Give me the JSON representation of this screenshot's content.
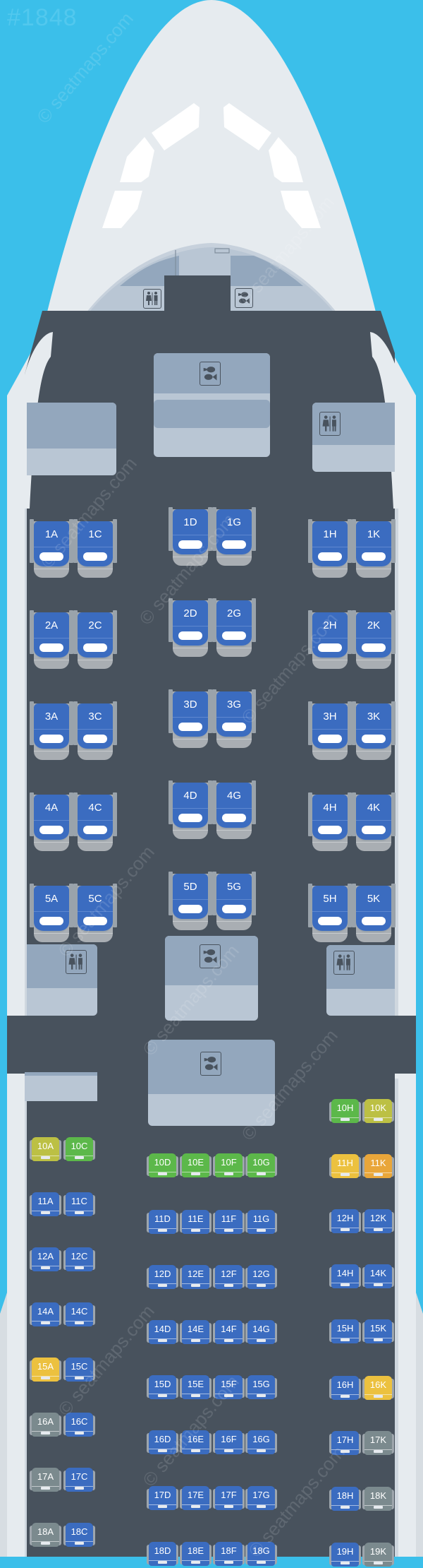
{
  "map_id": "#1848",
  "watermark": "© seatmaps.com",
  "colors": {
    "sky": "#3bbfea",
    "fuselage": "#e6ebef",
    "cabin_floor": "#48525d",
    "facility_light": "#b9c6d4",
    "facility_dark": "#93a7bd",
    "seat_standard": "#3b6cc0",
    "seat_extra_legroom": "#5cb84a",
    "seat_preferred": "#bcc044",
    "seat_yellow": "#ecc13f",
    "seat_orange": "#e9a63a",
    "seat_unavailable": "#7b8a8e"
  },
  "facilities": {
    "front_lavatory": "lavatory-icon",
    "front_galley": "galley-icon",
    "galley_1": "galley-icon",
    "lavatory_1_right": "lavatory-icon",
    "lavatory_2_left": "lavatory-icon",
    "galley_2": "galley-icon",
    "lavatory_2_right": "lavatory-icon",
    "galley_3": "galley-icon"
  },
  "business": {
    "columns_left": [
      "A",
      "C"
    ],
    "columns_middle": [
      "D",
      "G"
    ],
    "columns_right": [
      "H",
      "K"
    ],
    "rows": [
      {
        "row": "1",
        "seats": [
          "1A",
          "1C",
          "1D",
          "1G",
          "1H",
          "1K"
        ]
      },
      {
        "row": "2",
        "seats": [
          "2A",
          "2C",
          "2D",
          "2G",
          "2H",
          "2K"
        ]
      },
      {
        "row": "3",
        "seats": [
          "3A",
          "3C",
          "3D",
          "3G",
          "3H",
          "3K"
        ]
      },
      {
        "row": "4",
        "seats": [
          "4A",
          "4C",
          "4D",
          "4G",
          "4H",
          "4K"
        ]
      },
      {
        "row": "5",
        "seats": [
          "5A",
          "5C",
          "5D",
          "5G",
          "5H",
          "5K"
        ]
      }
    ]
  },
  "economy": {
    "left": [
      {
        "seats": [
          {
            "label": "10A",
            "type": "preferred"
          },
          {
            "label": "10C",
            "type": "extra_legroom"
          }
        ]
      },
      {
        "seats": [
          {
            "label": "11A",
            "type": "standard"
          },
          {
            "label": "11C",
            "type": "standard"
          }
        ]
      },
      {
        "seats": [
          {
            "label": "12A",
            "type": "standard"
          },
          {
            "label": "12C",
            "type": "standard"
          }
        ]
      },
      {
        "seats": [
          {
            "label": "14A",
            "type": "standard"
          },
          {
            "label": "14C",
            "type": "standard"
          }
        ]
      },
      {
        "seats": [
          {
            "label": "15A",
            "type": "yellow"
          },
          {
            "label": "15C",
            "type": "standard"
          }
        ]
      },
      {
        "seats": [
          {
            "label": "16A",
            "type": "unavailable"
          },
          {
            "label": "16C",
            "type": "standard"
          }
        ]
      },
      {
        "seats": [
          {
            "label": "17A",
            "type": "unavailable"
          },
          {
            "label": "17C",
            "type": "standard"
          }
        ]
      },
      {
        "seats": [
          {
            "label": "18A",
            "type": "unavailable"
          },
          {
            "label": "18C",
            "type": "standard"
          }
        ]
      }
    ],
    "middle": [
      {
        "seats": [
          {
            "label": "10D",
            "type": "extra_legroom"
          },
          {
            "label": "10E",
            "type": "extra_legroom"
          },
          {
            "label": "10F",
            "type": "extra_legroom"
          },
          {
            "label": "10G",
            "type": "extra_legroom"
          }
        ]
      },
      {
        "seats": [
          {
            "label": "11D",
            "type": "standard"
          },
          {
            "label": "11E",
            "type": "standard"
          },
          {
            "label": "11F",
            "type": "standard"
          },
          {
            "label": "11G",
            "type": "standard"
          }
        ]
      },
      {
        "seats": [
          {
            "label": "12D",
            "type": "standard"
          },
          {
            "label": "12E",
            "type": "standard"
          },
          {
            "label": "12F",
            "type": "standard"
          },
          {
            "label": "12G",
            "type": "standard"
          }
        ]
      },
      {
        "seats": [
          {
            "label": "14D",
            "type": "standard"
          },
          {
            "label": "14E",
            "type": "standard"
          },
          {
            "label": "14F",
            "type": "standard"
          },
          {
            "label": "14G",
            "type": "standard"
          }
        ]
      },
      {
        "seats": [
          {
            "label": "15D",
            "type": "standard"
          },
          {
            "label": "15E",
            "type": "standard"
          },
          {
            "label": "15F",
            "type": "standard"
          },
          {
            "label": "15G",
            "type": "standard"
          }
        ]
      },
      {
        "seats": [
          {
            "label": "16D",
            "type": "standard"
          },
          {
            "label": "16E",
            "type": "standard"
          },
          {
            "label": "16F",
            "type": "standard"
          },
          {
            "label": "16G",
            "type": "standard"
          }
        ]
      },
      {
        "seats": [
          {
            "label": "17D",
            "type": "standard"
          },
          {
            "label": "17E",
            "type": "standard"
          },
          {
            "label": "17F",
            "type": "standard"
          },
          {
            "label": "17G",
            "type": "standard"
          }
        ]
      },
      {
        "seats": [
          {
            "label": "18D",
            "type": "standard"
          },
          {
            "label": "18E",
            "type": "standard"
          },
          {
            "label": "18F",
            "type": "standard"
          },
          {
            "label": "18G",
            "type": "standard"
          }
        ]
      }
    ],
    "right": [
      {
        "seats": [
          {
            "label": "10H",
            "type": "extra_legroom"
          },
          {
            "label": "10K",
            "type": "preferred"
          }
        ]
      },
      {
        "seats": [
          {
            "label": "11H",
            "type": "yellow"
          },
          {
            "label": "11K",
            "type": "orange"
          }
        ]
      },
      {
        "seats": [
          {
            "label": "12H",
            "type": "standard"
          },
          {
            "label": "12K",
            "type": "standard"
          }
        ]
      },
      {
        "seats": [
          {
            "label": "14H",
            "type": "standard"
          },
          {
            "label": "14K",
            "type": "standard"
          }
        ]
      },
      {
        "seats": [
          {
            "label": "15H",
            "type": "standard"
          },
          {
            "label": "15K",
            "type": "standard"
          }
        ]
      },
      {
        "seats": [
          {
            "label": "16H",
            "type": "standard"
          },
          {
            "label": "16K",
            "type": "yellow"
          }
        ]
      },
      {
        "seats": [
          {
            "label": "17H",
            "type": "standard"
          },
          {
            "label": "17K",
            "type": "unavailable"
          }
        ]
      },
      {
        "seats": [
          {
            "label": "18H",
            "type": "standard"
          },
          {
            "label": "18K",
            "type": "unavailable"
          }
        ]
      },
      {
        "seats": [
          {
            "label": "19H",
            "type": "standard"
          },
          {
            "label": "19K",
            "type": "unavailable"
          }
        ]
      }
    ]
  }
}
